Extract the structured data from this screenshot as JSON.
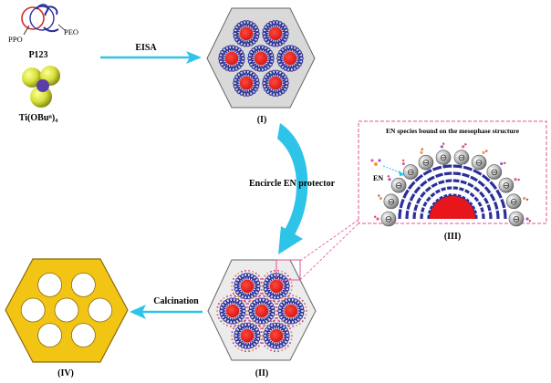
{
  "reagents": {
    "p123_label": "P123",
    "ppo_label": "PPO",
    "peo_label": "PEO",
    "titanium_label": "Ti(OBuⁿ)₄"
  },
  "steps": {
    "eisa": "EISA",
    "encircle": "Encircle EN protector",
    "calcination": "Calcination"
  },
  "stages": {
    "stage1": "(I)",
    "stage2": "(II)",
    "stage3": "(III)",
    "stage4": "(IV)"
  },
  "inset": {
    "title": "EN species bound on the mesophase structure",
    "en_label": "EN",
    "charge_symbol": "⊖"
  },
  "colors": {
    "arrow": "#2ec4e8",
    "micelle_core": "#e8161b",
    "micelle_shell": "#2a2f9a",
    "framework": "#f2c515",
    "framework_border": "#8a6a0a",
    "inset_border": "#e0509a",
    "ti_sphere": "#d8e03a",
    "ti_center": "#5a3fa8"
  }
}
